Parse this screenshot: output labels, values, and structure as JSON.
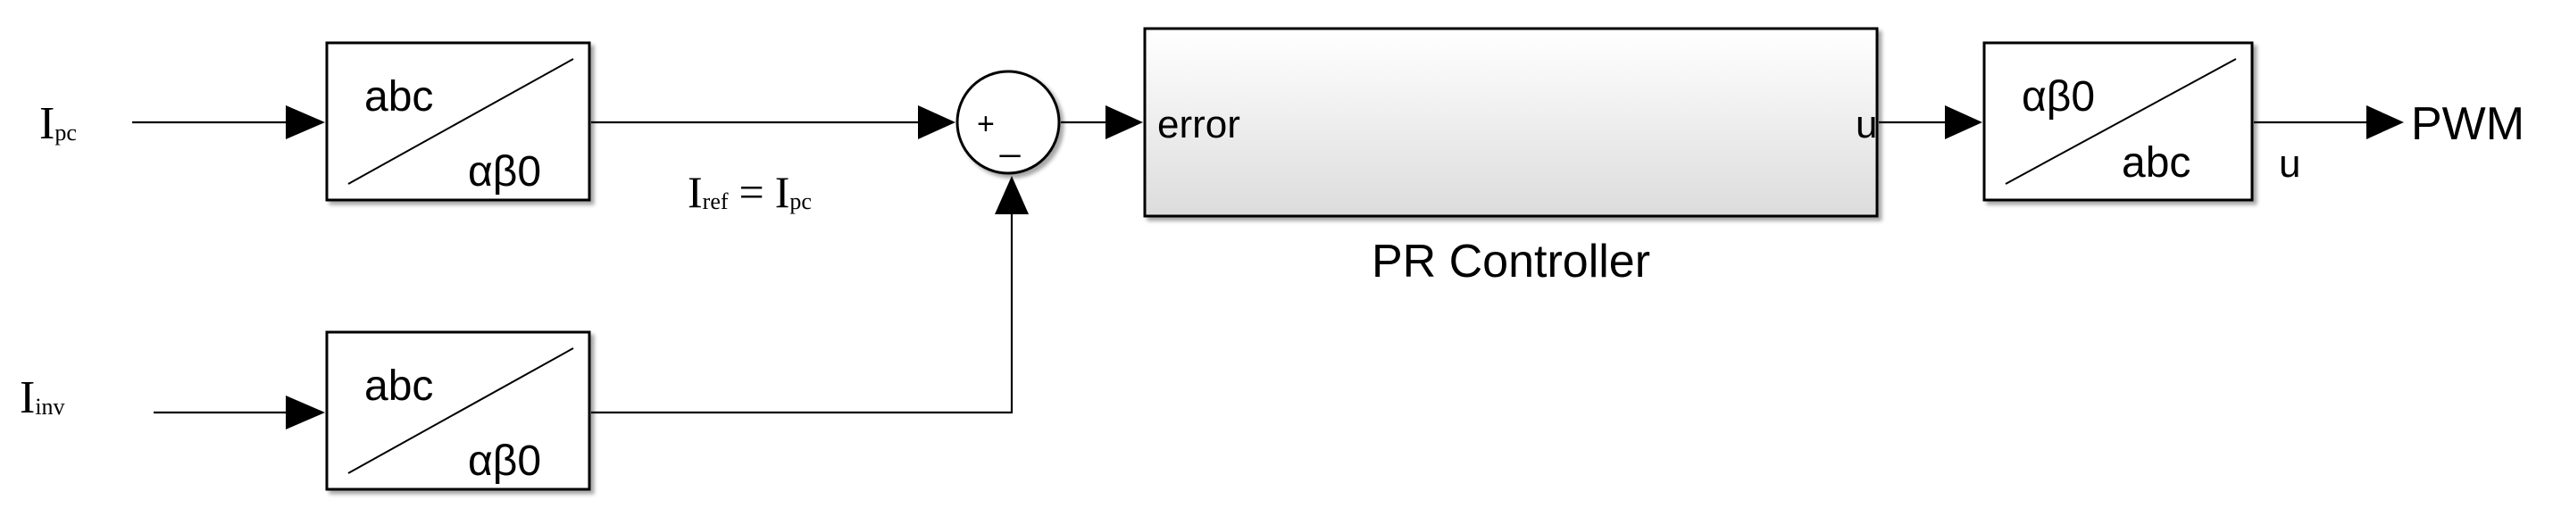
{
  "inputs": {
    "ipc": {
      "main": "I",
      "sub": "pc"
    },
    "iinv": {
      "main": "I",
      "sub": "inv"
    }
  },
  "blocks": {
    "clarke1": {
      "top": "abc",
      "bottom": "αβ0"
    },
    "clarke2": {
      "top": "abc",
      "bottom": "αβ0"
    },
    "inverse": {
      "top": "αβ0",
      "bottom": "abc"
    }
  },
  "sum": {
    "plus": "+",
    "minus": "_"
  },
  "reference_label": {
    "lhs_main": "I",
    "lhs_sub": "ref",
    "equals": "=",
    "rhs_main": "I",
    "rhs_sub": "pc"
  },
  "controller": {
    "in_port": "error",
    "out_port": "u",
    "name": "PR Controller"
  },
  "output": {
    "signal": "u",
    "destination": "PWM"
  },
  "colors": {
    "line": "#000000",
    "controller_fill_top": "#ffffff",
    "controller_fill_bottom": "#dcdcdc"
  }
}
